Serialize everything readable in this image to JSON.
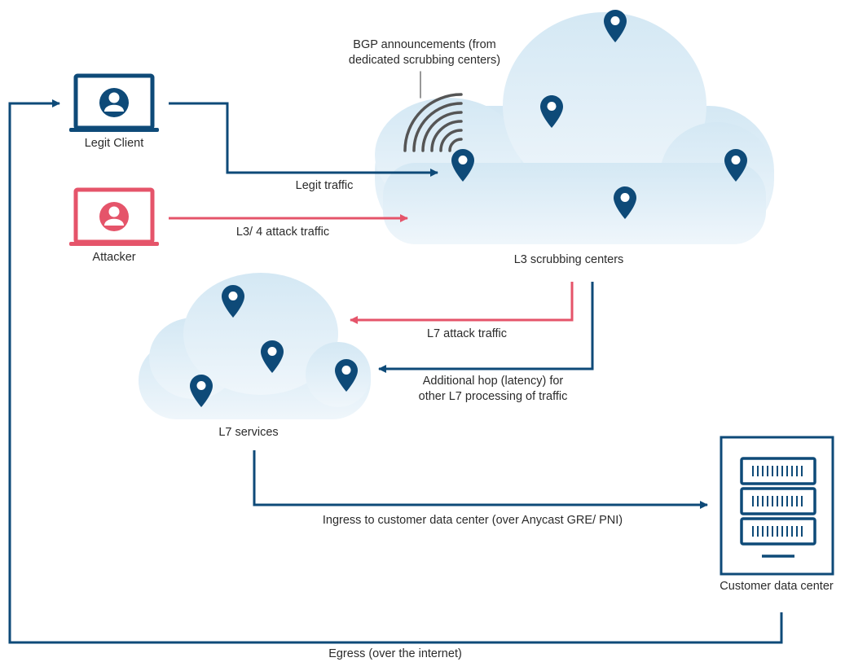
{
  "labels": {
    "bgp_line1": "BGP announcements (from",
    "bgp_line2": "dedicated scrubbing centers)",
    "legit_client": "Legit Client",
    "attacker": "Attacker",
    "legit_traffic": "Legit traffic",
    "l34_attack_traffic": "L3/ 4 attack traffic",
    "l3_scrubbing_centers": "L3 scrubbing centers",
    "l7_attack_traffic": "L7 attack traffic",
    "additional_hop_line1": "Additional hop (latency) for",
    "additional_hop_line2": "other L7 processing of traffic",
    "l7_services": "L7 services",
    "ingress": "Ingress to customer data center (over Anycast GRE/ PNI)",
    "customer_data_center": "Customer data center",
    "egress": "Egress (over the internet)"
  },
  "icons": {
    "legit_client": "laptop-user-icon",
    "attacker": "laptop-user-icon",
    "scrubbing_pins": "location-pin-icon",
    "l7_pins": "location-pin-icon",
    "bgp": "broadcast-waves-icon",
    "server": "server-rack-icon"
  },
  "colors": {
    "blue": "#0e4a78",
    "red": "#e5546a",
    "cloud_top": "#d4e8f4",
    "cloud_bottom": "#eff6fb"
  }
}
